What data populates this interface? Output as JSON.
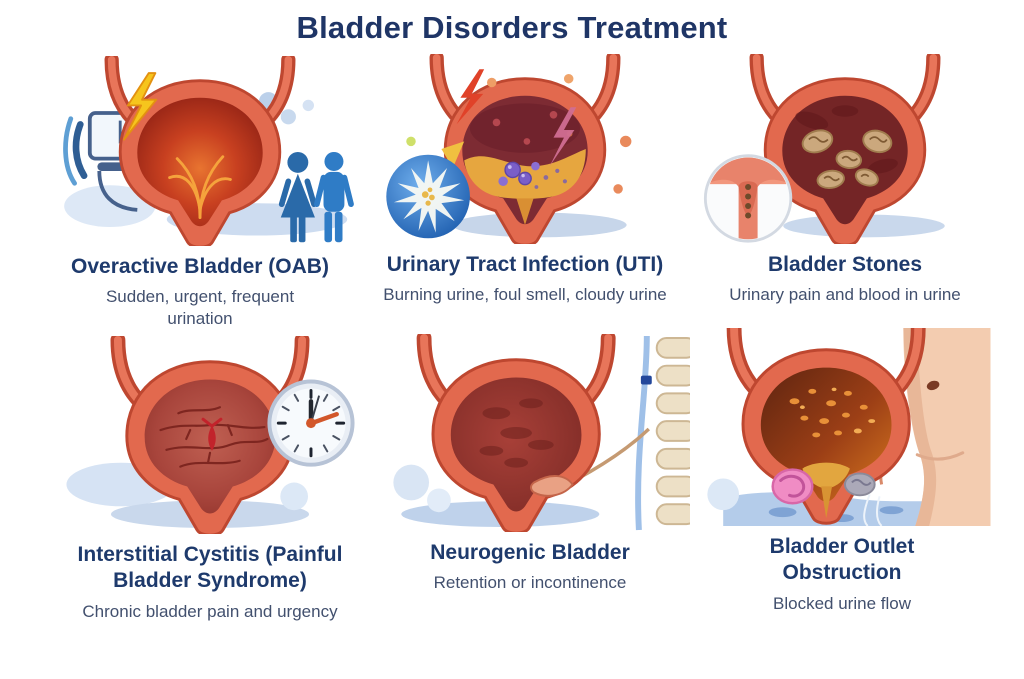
{
  "title": "Bladder Disorders Treatment",
  "panels": [
    {
      "id": "oab",
      "heading": "Overactive Bladder (OAB)",
      "description": "Sudden, urgent, frequent urination",
      "icons": [
        "bladder-icon",
        "lightning-icon",
        "toilet-icon",
        "male-female-icon"
      ]
    },
    {
      "id": "uti",
      "heading": "Urinary Tract Infection (UTI)",
      "description": "Burning urine, foul smell, cloudy urine",
      "icons": [
        "bladder-icon",
        "pain-bolt-icon",
        "bacteria-icon",
        "microbe-badge-icon"
      ]
    },
    {
      "id": "stones",
      "heading": "Bladder Stones",
      "description": "Urinary pain and blood in urine",
      "icons": [
        "bladder-icon",
        "stones-icon",
        "urethra-inset-icon"
      ]
    },
    {
      "id": "interstitial-cystitis",
      "heading": "Interstitial Cystitis (Painful Bladder Syndrome)",
      "description": "Chronic bladder pain and urgency",
      "icons": [
        "bladder-icon",
        "clock-icon"
      ]
    },
    {
      "id": "neurogenic",
      "heading": "Neurogenic Bladder",
      "description": "Retention or incontinence",
      "icons": [
        "bladder-icon",
        "spine-icon",
        "nerve-icon"
      ]
    },
    {
      "id": "outlet-obstruction",
      "heading": "Bladder Outlet Obstruction",
      "description": "Blocked urine flow",
      "icons": [
        "bladder-icon",
        "prostate-icon",
        "torso-icon"
      ]
    }
  ],
  "colors": {
    "background": "#FFFFFF",
    "title_text": "#1F3566",
    "heading_text": "#1E3A6C",
    "description_text": "#42506E",
    "bladder_wall": "#E2694E",
    "bladder_outline": "#BE4730",
    "accent_blue": "#2F7CC6",
    "soft_blue_wash": "#CDDCF0"
  }
}
